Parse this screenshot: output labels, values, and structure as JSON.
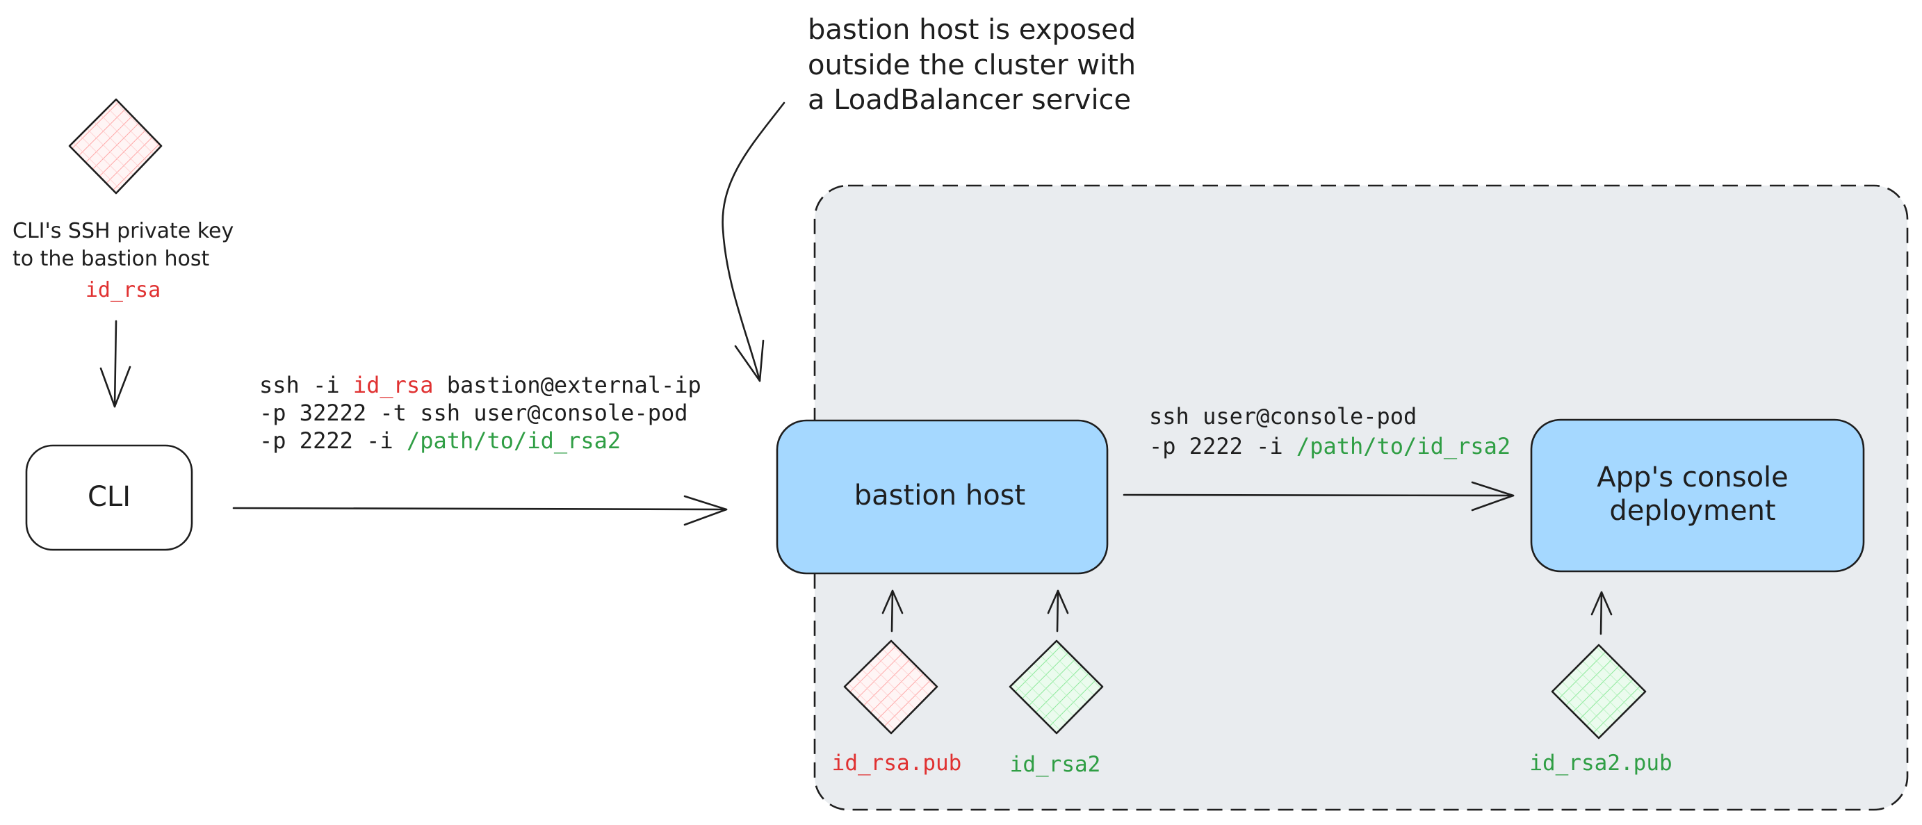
{
  "annotation": {
    "lines": [
      "bastion host is exposed",
      "outside the cluster with",
      "a LoadBalancer service"
    ]
  },
  "cli_key": {
    "caption_lines": [
      "CLI's SSH private key",
      "to the bastion host"
    ],
    "key_name": "id_rsa"
  },
  "nodes": {
    "cli": "CLI",
    "bastion": "bastion host",
    "console_lines": [
      "App's console",
      "deployment"
    ]
  },
  "command_cli_to_bastion": {
    "line1": {
      "prefix": "ssh -i ",
      "key": "id_rsa",
      "suffix": " bastion@external-ip"
    },
    "line2": "-p 32222 -t ssh user@console-pod",
    "line3": {
      "prefix": "-p 2222 -i ",
      "path": "/path/to/id_rsa2"
    }
  },
  "command_bastion_to_console": {
    "line1": "ssh user@console-pod",
    "line2": {
      "prefix": "-p 2222 -i ",
      "path": "/path/to/id_rsa2"
    }
  },
  "keys": {
    "bastion_pub": "id_rsa.pub",
    "bastion_private": "id_rsa2",
    "console_pub": "id_rsa2.pub"
  },
  "colors": {
    "red": "#e03131",
    "green": "#2f9e44",
    "box_fill": "#a5d8ff",
    "cluster_fill": "#e9ecef",
    "ink": "#1e1e1e"
  }
}
